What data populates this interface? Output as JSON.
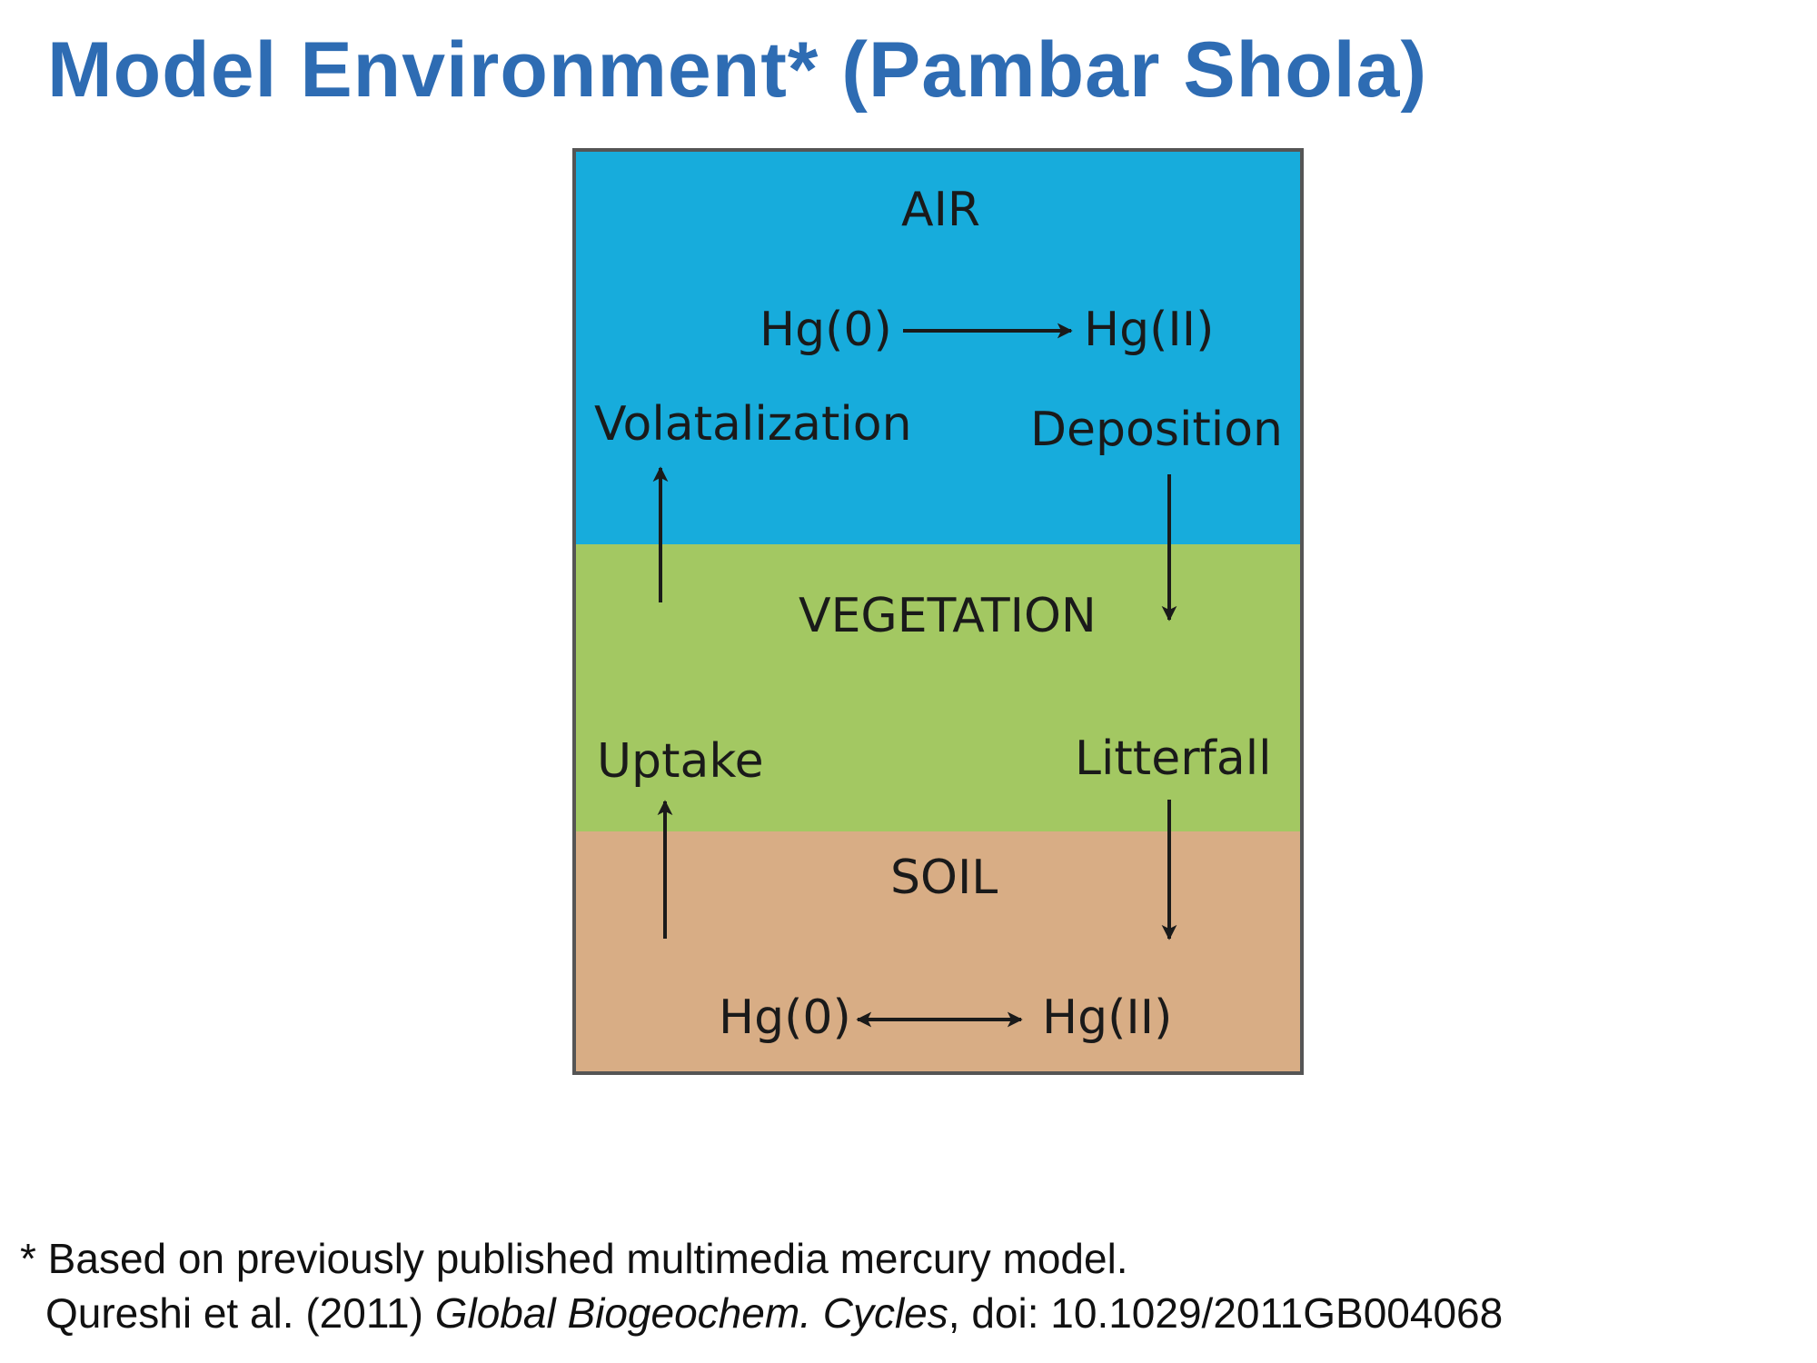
{
  "title": "Model Environment* (Pambar Shola)",
  "colors": {
    "title": "#2e6cb3",
    "air": "#17acdc",
    "vegetation": "#a3c862",
    "soil": "#d8ad85",
    "border": "#555555",
    "arrow": "#1a1a1a"
  },
  "diagram": {
    "zones": {
      "air": "AIR",
      "vegetation": "VEGETATION",
      "soil": "SOIL"
    },
    "air_species": {
      "left": "Hg(0)",
      "right": "Hg(II)"
    },
    "soil_species": {
      "left": "Hg(0)",
      "right": "Hg(II)"
    },
    "processes": {
      "volatalization": "Volatalization",
      "deposition": "Deposition",
      "uptake": "Uptake",
      "litterfall": "Litterfall"
    }
  },
  "footnote": {
    "line1": "* Based on previously published multimedia mercury model.",
    "line2_prefix": "Qureshi et al. (2011) ",
    "line2_journal": "Global Biogeochem. Cycles",
    "line2_suffix": ", doi: 10.1029/2011GB004068"
  }
}
